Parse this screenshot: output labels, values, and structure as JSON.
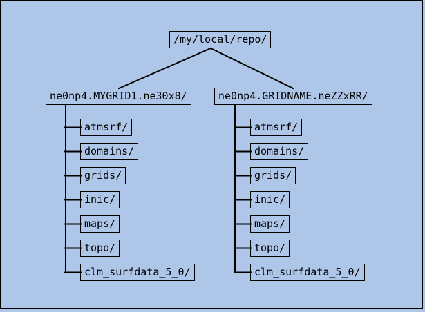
{
  "diagram": {
    "background_color": "#aec6e8",
    "frame_color": "#000000",
    "line_color": "#000000",
    "text_color": "#000000"
  },
  "tree": {
    "root_label": "/my/local/repo/",
    "branches": [
      {
        "label": "ne0np4.MYGRID1.ne30x8/",
        "children": [
          "atmsrf/",
          "domains/",
          "grids/",
          "inic/",
          "maps/",
          "topo/",
          "clm_surfdata_5_0/"
        ]
      },
      {
        "label": "ne0np4.GRIDNAME.neZZxRR/",
        "children": [
          "atmsrf/",
          "domains/",
          "grids/",
          "inic/",
          "maps/",
          "topo/",
          "clm_surfdata_5_0/"
        ]
      }
    ]
  }
}
